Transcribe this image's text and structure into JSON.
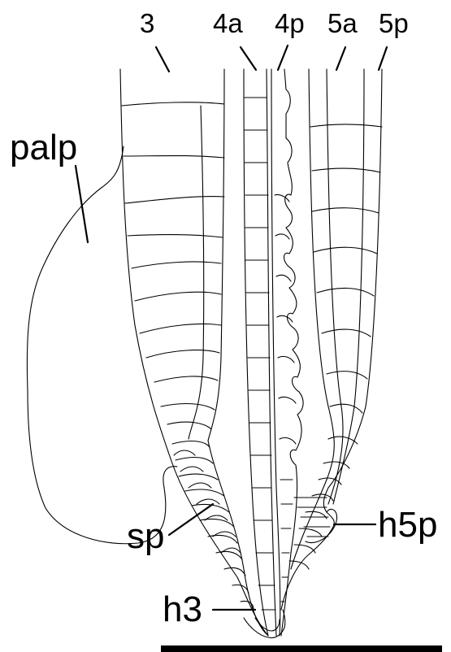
{
  "labels": {
    "lobe_3": "3",
    "lobe_4a": "4a",
    "lobe_4p": "4p",
    "lobe_5a": "5a",
    "lobe_5p": "5p",
    "palp": "palp",
    "sp": "sp",
    "h5p": "h5p",
    "h3": "h3"
  }
}
